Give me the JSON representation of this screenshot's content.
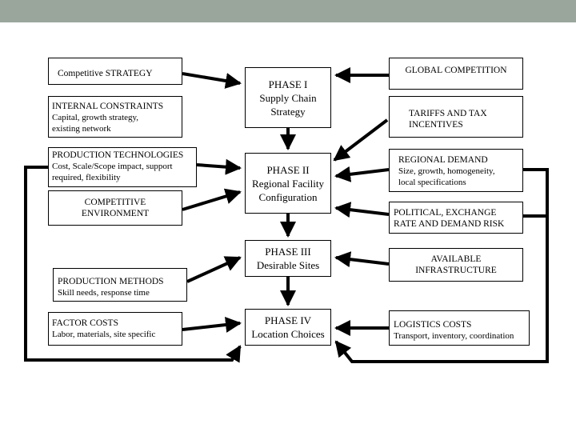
{
  "left_factors": {
    "competitive_strategy": {
      "title": "Competitive STRATEGY"
    },
    "internal_constraints": {
      "title": "INTERNAL CONSTRAINTS",
      "detail_1": "Capital, growth strategy,",
      "detail_2": "existing network"
    },
    "production_technologies": {
      "title": "PRODUCTION TECHNOLOGIES",
      "detail_1": "Cost, Scale/Scope impact, support",
      "detail_2": "required, flexibility"
    },
    "competitive_environment": {
      "line_1": "COMPETITIVE",
      "line_2": "ENVIRONMENT"
    },
    "production_methods": {
      "title": "PRODUCTION METHODS",
      "detail": "Skill needs, response time"
    },
    "factor_costs": {
      "title": "FACTOR COSTS",
      "detail": "Labor, materials, site specific"
    }
  },
  "phases": {
    "phase_1": {
      "line_1": "PHASE I",
      "line_2": "Supply Chain",
      "line_3": "Strategy"
    },
    "phase_2": {
      "line_1": "PHASE II",
      "line_2": "Regional Facility",
      "line_3": "Configuration"
    },
    "phase_3": {
      "line_1": "PHASE III",
      "line_2": "Desirable Sites"
    },
    "phase_4": {
      "line_1": "PHASE IV",
      "line_2": "Location Choices"
    }
  },
  "right_factors": {
    "global_competition": {
      "title": "GLOBAL COMPETITION"
    },
    "tariffs": {
      "line_1": "TARIFFS AND TAX",
      "line_2": "INCENTIVES"
    },
    "regional_demand": {
      "title": "REGIONAL DEMAND",
      "detail_1": "Size, growth, homogeneity,",
      "detail_2": "local specifications"
    },
    "political_risk": {
      "line_1": "POLITICAL, EXCHANGE",
      "line_2": "RATE AND DEMAND RISK"
    },
    "available_infrastructure": {
      "line_1": "AVAILABLE",
      "line_2": "INFRASTRUCTURE"
    },
    "logistics_costs": {
      "title": "LOGISTICS COSTS",
      "detail": "Transport, inventory, coordination"
    }
  },
  "colors": {
    "header_bar": "#9aa69c",
    "lines": "#000000"
  }
}
